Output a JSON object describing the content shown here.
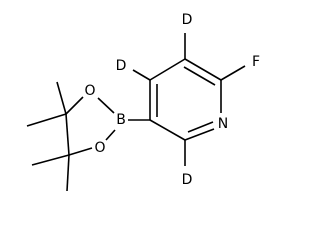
{
  "molecule": {
    "atoms": {
      "d_top": "D",
      "d_left": "D",
      "d_bottom": "D",
      "fluorine": "F",
      "nitrogen": "N",
      "boron": "B",
      "oxygen_upper": "O",
      "oxygen_lower": "O"
    }
  }
}
